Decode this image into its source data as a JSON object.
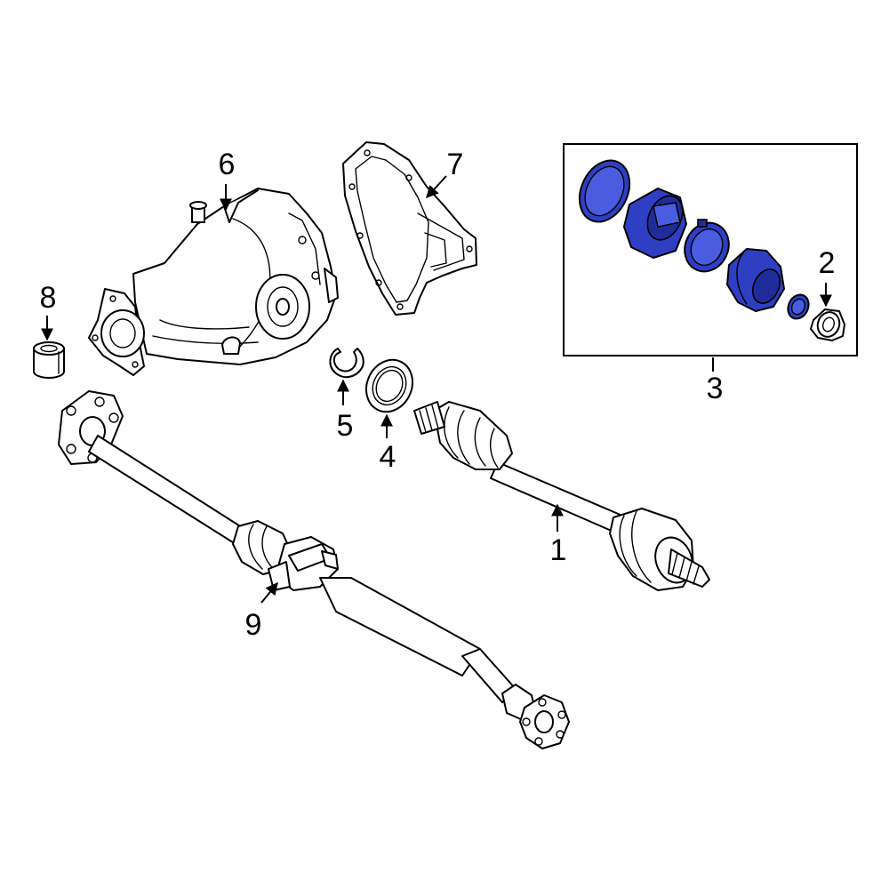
{
  "callouts": {
    "c1": "1",
    "c2": "2",
    "c3": "3",
    "c4": "4",
    "c5": "5",
    "c6": "6",
    "c7": "7",
    "c8": "8",
    "c9": "9"
  },
  "colors": {
    "highlight": "#2e3fc4",
    "line": "#000000",
    "background": "#ffffff"
  }
}
